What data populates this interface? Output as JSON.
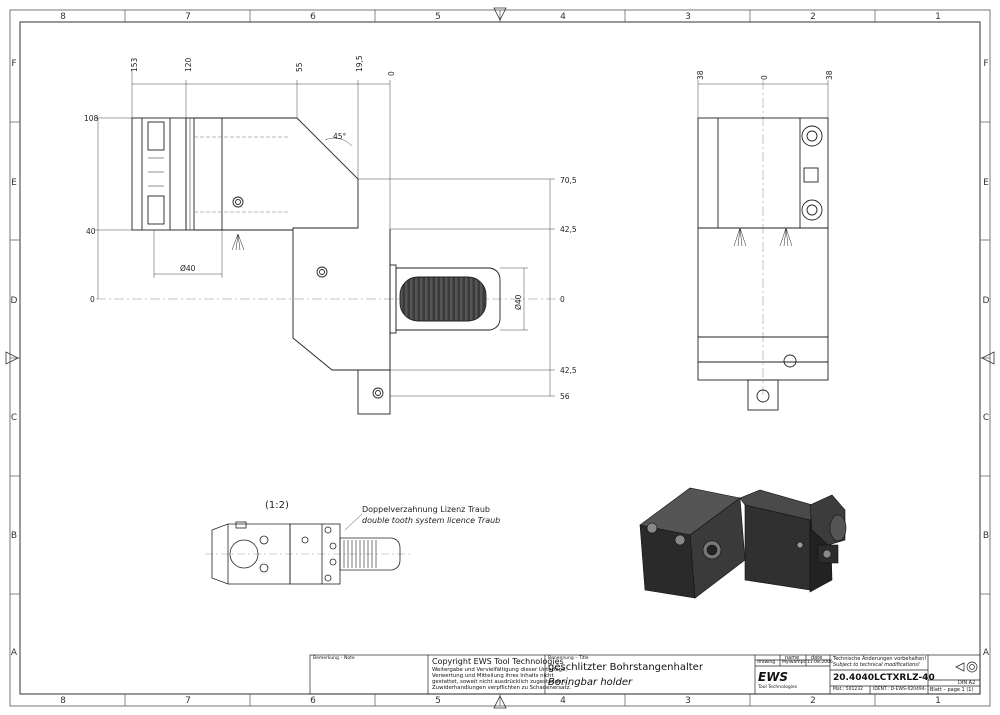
{
  "grid": {
    "columns": [
      "8",
      "7",
      "6",
      "5",
      "4",
      "3",
      "2",
      "1"
    ],
    "rows": [
      "F",
      "E",
      "D",
      "C",
      "B",
      "A"
    ]
  },
  "front_view": {
    "top_dims": [
      "153",
      "120",
      "55",
      "19,5",
      "0"
    ],
    "left_dims": [
      "108",
      "40",
      "0"
    ],
    "right_dims": [
      "70,5",
      "42,5",
      "0",
      "42,5",
      "56"
    ],
    "angle": "45°",
    "dia_bore": "Ø40",
    "dia_shank": "Ø40"
  },
  "side_view": {
    "top_dims": [
      "38",
      "0",
      "38"
    ]
  },
  "scale_label": "(1:2)",
  "note": {
    "de": "Doppelverzahnung Lizenz Traub",
    "en": "double tooth system licence Traub"
  },
  "title_block": {
    "remarks_label": "Bemerkung – Note",
    "copyright_title": "Copyright EWS Tool Technologies",
    "copyright_lines": [
      "Weitergabe und Vervielfältigung dieser Unterlage,",
      "Verwertung und Mitteilung ihres Inhalts nicht",
      "gestattet, soweit nicht ausdrücklich zugestanden.",
      "Zuwiderhandlungen verpflichten zu Schadenersatz."
    ],
    "title_label": "Benennung – Title",
    "title_de": "geschlitzter Bohrstangenhalter",
    "title_en": "Boringbar holder",
    "col_name": "name",
    "col_date": "date",
    "row_drawing": "drawing",
    "drawer_name": "Mylwampc",
    "drawer_date": "11.08.2006",
    "logo": "EWS",
    "logo_sub": "Tool Technologies",
    "mod_de": "Technische Änderungen vorbehalten!",
    "mod_en": "Subject to technical modifications!",
    "part_number": "20.4040LCTXRLZ-40",
    "format": "DIN A2",
    "mat_label": "Mat.: 501232",
    "ident_label": "IDENT.: D-EWS-020494-...",
    "sheet_label": "Blatt – page  1 (1)"
  }
}
